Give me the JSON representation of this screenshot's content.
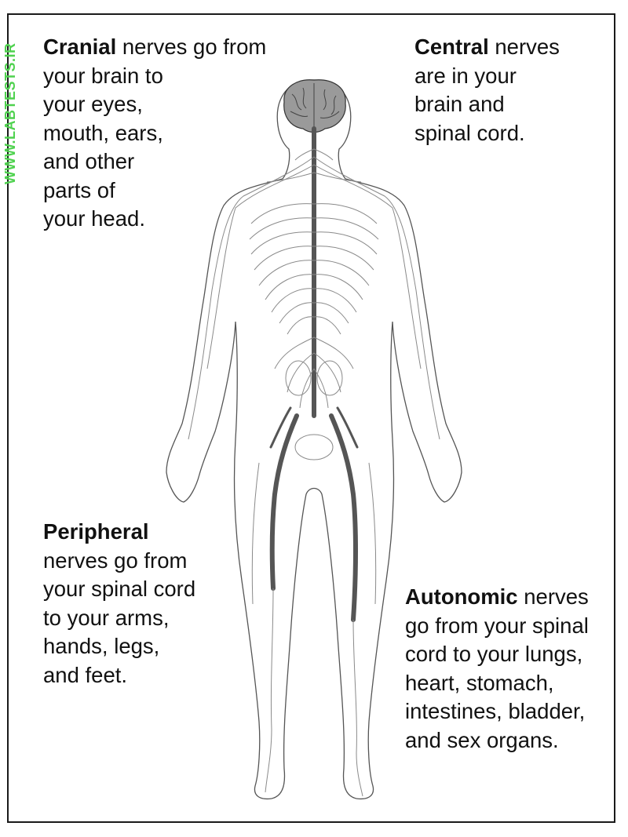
{
  "watermark": "WWW.LABTESTS.IR",
  "captions": {
    "cranial": {
      "term": "Cranial",
      "lines": [
        " nerves go from",
        "your brain to",
        "your eyes,",
        "mouth, ears,",
        "and other",
        "parts of",
        "your head."
      ]
    },
    "central": {
      "term": "Central",
      "lines": [
        " nerves",
        "are in your",
        "brain and",
        "spinal cord."
      ]
    },
    "peripheral": {
      "term": "Peripheral",
      "lines": [
        "",
        "nerves go from",
        "your spinal cord",
        "to your arms,",
        "hands, legs,",
        "and feet."
      ]
    },
    "autonomic": {
      "term": "Autonomic",
      "lines": [
        " nerves",
        "go from your spinal",
        "cord to your lungs,",
        "heart, stomach,",
        "intestines, bladder,",
        "and sex organs."
      ]
    }
  },
  "colors": {
    "outline": "#555555",
    "nerve": "#8a8a8a",
    "cord": "#555555",
    "brain": "#9a9a9a",
    "watermark": "#4fd24f"
  }
}
